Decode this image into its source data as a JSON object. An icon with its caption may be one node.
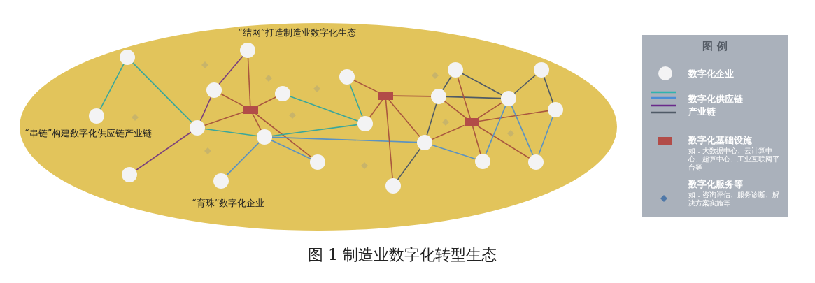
{
  "diagram": {
    "caption": "图 1 制造业数字化转型生态",
    "nodes": [
      {
        "text": [],
        "shape": "ellipse"
      },
      {
        "text": [],
        "shape": "circle",
        "in": 0
      },
      {
        "text": [],
        "shape": "circle",
        "in": 0
      },
      {
        "text": [],
        "shape": "circle",
        "in": 0
      },
      {
        "text": [],
        "shape": "circle",
        "in": 0
      },
      {
        "text": [],
        "shape": "box",
        "in": 0
      },
      {
        "text": [],
        "shape": "circle",
        "in": 0
      },
      {
        "text": [],
        "shape": "circle",
        "in": 0
      },
      {
        "text": [],
        "shape": "circle",
        "in": 0
      },
      {
        "text": [],
        "shape": "circle",
        "in": 0
      },
      {
        "text": [],
        "shape": "circle",
        "in": 0
      },
      {
        "text": [],
        "shape": "circle",
        "in": 0
      },
      {
        "text": [],
        "shape": "circle",
        "in": 0
      },
      {
        "text": [],
        "shape": "box",
        "in": 0
      },
      {
        "text": [],
        "shape": "circle",
        "in": 0
      },
      {
        "text": [],
        "shape": "circle",
        "in": 0
      },
      {
        "text": [],
        "shape": "circle",
        "in": 0
      },
      {
        "text": [],
        "shape": "circle",
        "in": 0
      },
      {
        "text": [],
        "shape": "circle",
        "in": 0
      },
      {
        "text": [],
        "shape": "circle",
        "in": 0
      },
      {
        "text": [],
        "shape": "box",
        "in": 0
      },
      {
        "text": [],
        "shape": "circle",
        "in": 0
      },
      {
        "text": [],
        "shape": "circle",
        "in": 0
      },
      {
        "text": [],
        "shape": "circle",
        "in": 0
      },
      {
        "text": [],
        "shape": "circle",
        "in": 0
      }
    ],
    "edges": [
      {
        "from": 1,
        "to": 6,
        "arrow": "none",
        "color": "#3aa79b"
      },
      {
        "from": 1,
        "to": 7,
        "arrow": "none",
        "color": "#3aa79b"
      },
      {
        "from": 7,
        "to": 10,
        "arrow": "none",
        "color": "#7a3f7e"
      },
      {
        "from": 7,
        "to": 3,
        "arrow": "none",
        "color": "#7a3f7e"
      },
      {
        "from": 3,
        "to": 2,
        "arrow": "none",
        "color": "#7a3f7e"
      },
      {
        "from": 2,
        "to": 5,
        "arrow": "none"
      },
      {
        "from": 3,
        "to": 5,
        "arrow": "none"
      },
      {
        "from": 4,
        "to": 5,
        "arrow": "none"
      },
      {
        "from": 7,
        "to": 5,
        "arrow": "none"
      },
      {
        "from": 5,
        "to": 8,
        "arrow": "none"
      },
      {
        "from": 5,
        "to": 9,
        "arrow": "none"
      },
      {
        "from": 7,
        "to": 8,
        "arrow": "none",
        "color": "#3aa79b"
      },
      {
        "from": 4,
        "to": 14,
        "arrow": "none",
        "color": "#3aa79b"
      },
      {
        "from": 8,
        "to": 14,
        "arrow": "none",
        "color": "#3aa79b"
      },
      {
        "from": 8,
        "to": 9,
        "arrow": "none",
        "color": "#5b92c2"
      },
      {
        "from": 8,
        "to": 21,
        "arrow": "none",
        "color": "#5b92c2"
      },
      {
        "from": 11,
        "to": 8,
        "arrow": "none",
        "color": "#5b92c2"
      },
      {
        "from": 12,
        "to": 14,
        "arrow": "none",
        "color": "#3aa79b"
      },
      {
        "from": 12,
        "to": 13,
        "arrow": "none"
      },
      {
        "from": 14,
        "to": 13,
        "arrow": "none"
      },
      {
        "from": 13,
        "to": 16,
        "arrow": "none"
      },
      {
        "from": 13,
        "to": 21,
        "arrow": "none"
      },
      {
        "from": 13,
        "to": 22,
        "arrow": "none"
      },
      {
        "from": 16,
        "to": 15,
        "arrow": "none",
        "color": "#4f5a66"
      },
      {
        "from": 15,
        "to": 18,
        "arrow": "none",
        "color": "#4f5a66"
      },
      {
        "from": 16,
        "to": 18,
        "arrow": "none",
        "color": "#4f5a66"
      },
      {
        "from": 16,
        "to": 21,
        "arrow": "none",
        "color": "#4f5a66"
      },
      {
        "from": 21,
        "to": 22,
        "arrow": "none",
        "color": "#4f5a66"
      },
      {
        "from": 21,
        "to": 20,
        "arrow": "none"
      },
      {
        "from": 16,
        "to": 20,
        "arrow": "none"
      },
      {
        "from": 15,
        "to": 20,
        "arrow": "none"
      },
      {
        "from": 20,
        "to": 23,
        "arrow": "none"
      },
      {
        "from": 20,
        "to": 18,
        "arrow": "none"
      },
      {
        "from": 20,
        "to": 19,
        "arrow": "none"
      },
      {
        "from": 20,
        "to": 24,
        "arrow": "none"
      },
      {
        "from": 18,
        "to": 17,
        "arrow": "none",
        "color": "#4f5a66"
      },
      {
        "from": 17,
        "to": 19,
        "arrow": "none",
        "color": "#4f5a66"
      },
      {
        "from": 18,
        "to": 23,
        "arrow": "none",
        "color": "#5b92c2"
      },
      {
        "from": 18,
        "to": 24,
        "arrow": "none",
        "color": "#5b92c2"
      },
      {
        "from": 19,
        "to": 24,
        "arrow": "none",
        "color": "#5b92c2"
      },
      {
        "from": 21,
        "to": 23,
        "arrow": "none",
        "color": "#5b92c2"
      }
    ],
    "labels": [
      "“结网”打造制造业数字化生态",
      "“串链”构建数字化供应链产业链",
      "“育珠”数字化企业",
      "图 例",
      "如：大数据中心、云计算中心、超算中心、工业互联网平台等",
      "如：咨询评估、服务诊断、解决方案实施等"
    ],
    "legend": [
      {
        "text": "数字化企业"
      },
      {
        "text": "数字化供应链"
      },
      {
        "text": "产业链"
      },
      {
        "text": "数字化基础设施",
        "color": "#b24c48"
      },
      {
        "text": "数字化服务等"
      }
    ]
  }
}
